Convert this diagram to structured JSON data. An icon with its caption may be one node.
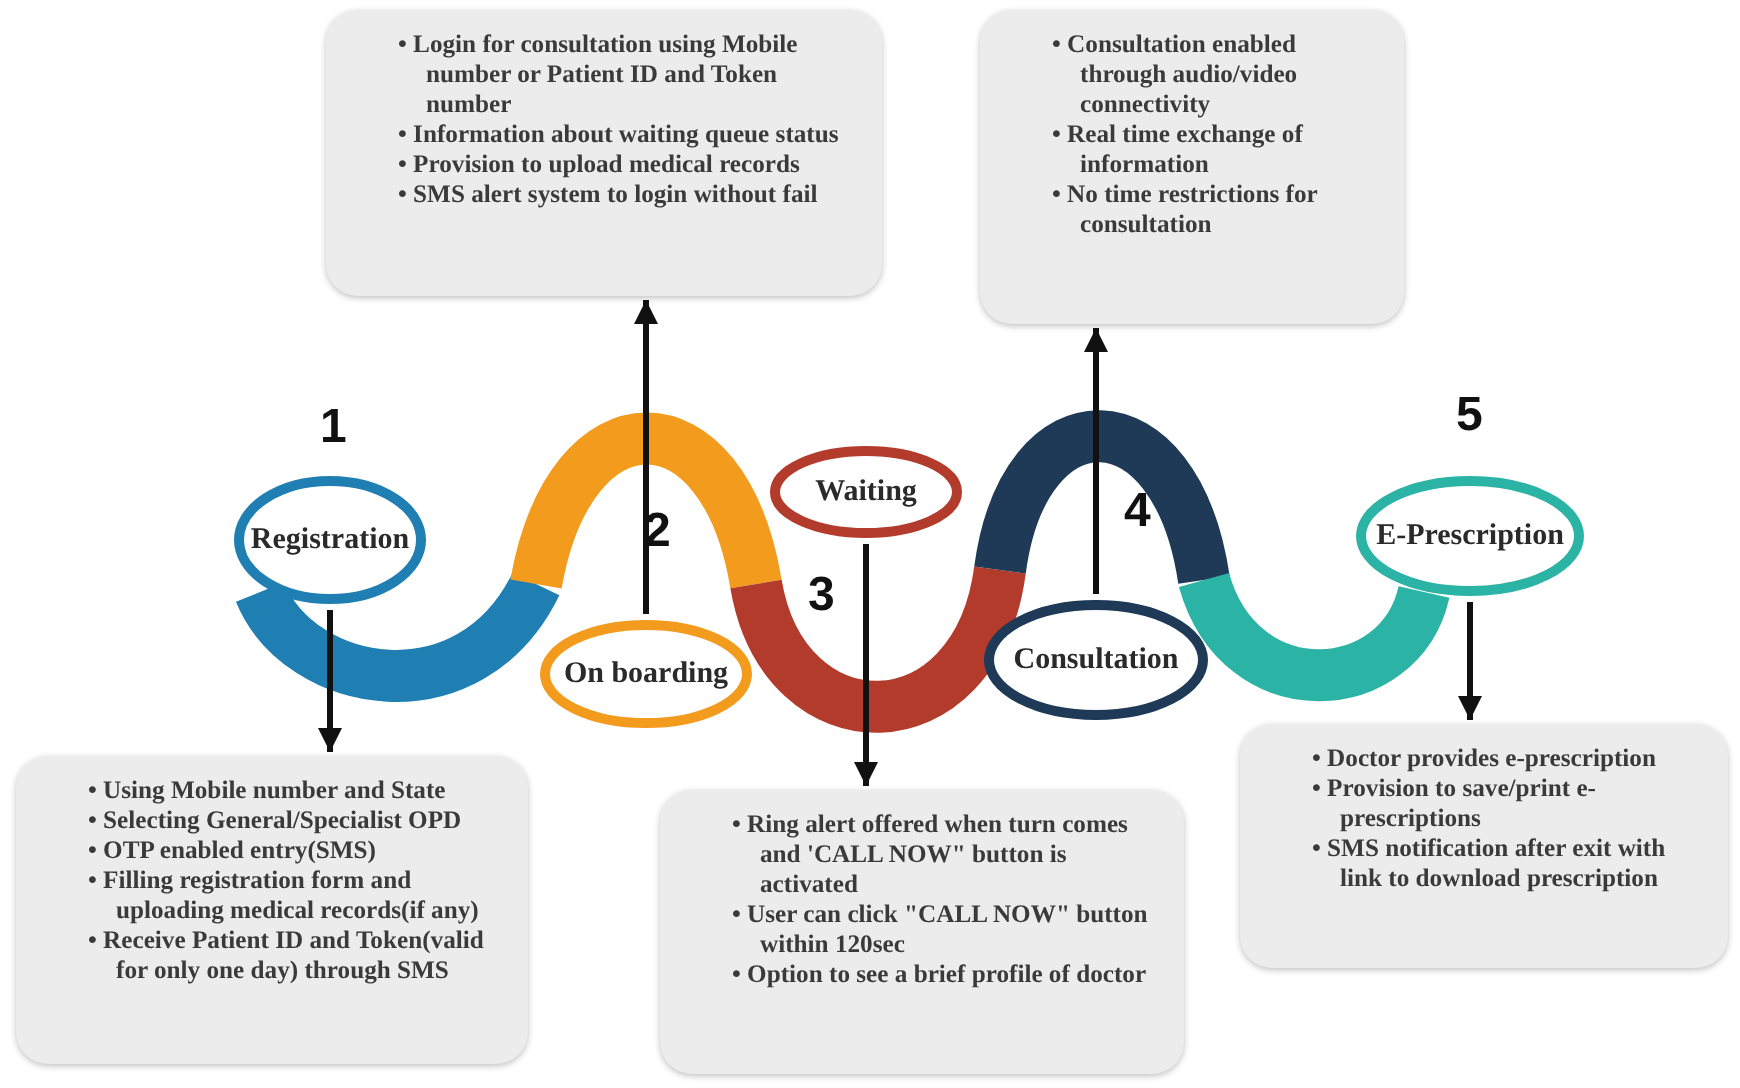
{
  "diagram": {
    "nodes": [
      {
        "text": [
          "Registration"
        ],
        "beside": [
          "1"
        ]
      },
      {
        "text": [
          "On boarding"
        ],
        "beside": [
          "2"
        ]
      },
      {
        "text": [
          "Waiting"
        ],
        "beside": [
          "3"
        ]
      },
      {
        "text": [
          "Consultation"
        ],
        "beside": [
          "4"
        ]
      },
      {
        "text": [
          "E-Prescription"
        ],
        "beside": [
          "5"
        ]
      },
      {
        "text": [
          "• Using Mobile number and State",
          "• Selecting General/Specialist OPD",
          "• OTP enabled entry(SMS)",
          "• Filling registration form and uploading medical records(if any)",
          "• Receive Patient ID and Token(valid for only one day) through SMS"
        ]
      },
      {
        "text": [
          "• Login for consultation using Mobile number or Patient ID and Token number",
          "• Information about waiting queue status",
          "• Provision to upload medical records",
          "• SMS alert system to login without fail"
        ]
      },
      {
        "text": [
          "• Ring alert offered when turn comes and 'CALL NOW\" button is activated",
          "• User can click \"CALL NOW\" button within 120sec",
          "• Option to see a brief profile of doctor"
        ]
      },
      {
        "text": [
          "• Consultation enabled through audio/video connectivity",
          "• Real time exchange of information",
          "• No time restrictions for consultation"
        ]
      },
      {
        "text": [
          "• Doctor provides e-prescription",
          "• Provision to save/print e-prescriptions",
          "• SMS notification after exit with link to download prescription"
        ]
      }
    ],
    "edges": [
      {
        "from": 0,
        "to": 5,
        "arrow": "to"
      },
      {
        "from": 1,
        "to": 6,
        "arrow": "to"
      },
      {
        "from": 2,
        "to": 7,
        "arrow": "to"
      },
      {
        "from": 3,
        "to": 8,
        "arrow": "to"
      },
      {
        "from": 4,
        "to": 9,
        "arrow": "to"
      }
    ]
  }
}
